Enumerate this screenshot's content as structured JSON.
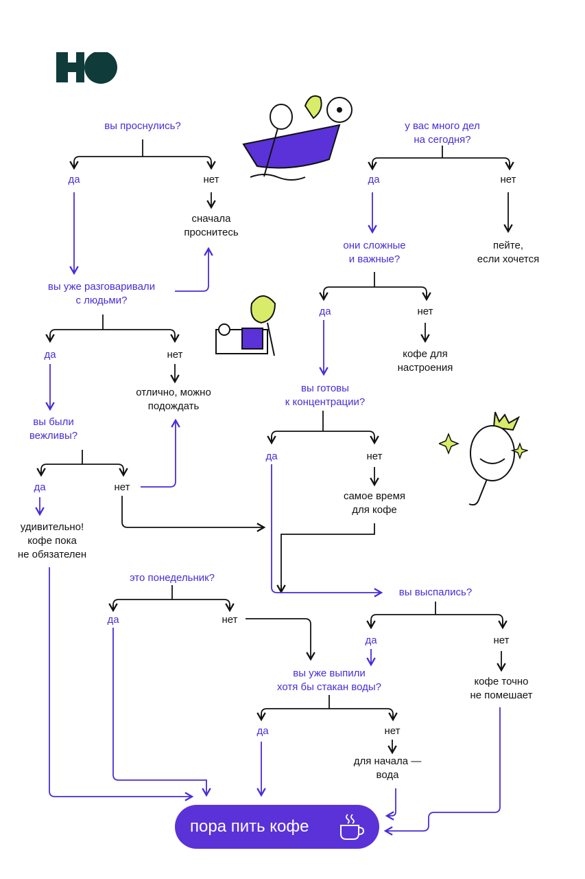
{
  "colors": {
    "accent": "#5a32d8",
    "question": "#4a2bd6",
    "text": "#111111",
    "line": "#111111",
    "highlight": "#d9ec6a"
  },
  "icons": [
    "brand-logo",
    "coffee-cup-icon",
    "boat-illustration",
    "grocery-illustration",
    "mirror-illustration"
  ],
  "nodes": {
    "q_woke": "вы проснулись?",
    "q_woke_yes": "да",
    "q_woke_no": "нет",
    "a_wake_first": "сначала\nпроснитесь",
    "q_talked": "вы уже разговаривали\nс людьми?",
    "q_talked_yes": "да",
    "q_talked_no": "нет",
    "a_can_wait": "отлично, можно\nподождать",
    "q_polite": "вы были\nвежливы?",
    "q_polite_yes": "да",
    "q_polite_no": "нет",
    "a_amazing": "удивительно!\nкофе пока\nне обязателен",
    "q_many_tasks": "у вас много дел\nна сегодня?",
    "q_many_yes": "да",
    "q_many_no": "нет",
    "a_drink_if_want": "пейте,\nесли хочется",
    "q_hard": "они сложные\nи важные?",
    "q_hard_yes": "да",
    "q_hard_no": "нет",
    "a_mood_coffee": "кофе для\nнастроения",
    "q_focus": "вы готовы\nк концентрации?",
    "q_focus_yes": "да",
    "q_focus_no": "нет",
    "a_time_coffee": "самое время\nдля кофе",
    "q_monday": "это понедельник?",
    "q_monday_yes": "да",
    "q_monday_no": "нет",
    "q_slept": "вы выспались?",
    "q_slept_yes": "да",
    "q_slept_no": "нет",
    "a_wont_hurt": "кофе точно\nне помешает",
    "q_water": "вы уже выпили\nхотя бы стакан воды?",
    "q_water_yes": "да",
    "q_water_no": "нет",
    "a_water_first": "для начала —\nвода"
  },
  "cta": {
    "label": "пора пить кофе"
  }
}
